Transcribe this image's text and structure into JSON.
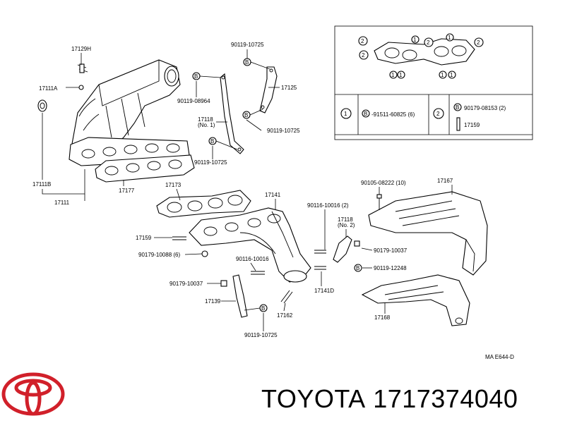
{
  "diagram_code": "MA E644-D",
  "footer": {
    "brand": "TOYOTA",
    "part_number": "1717374040"
  },
  "logo_icon": "toyota-emblem-icon",
  "callouts": {
    "c17129H": "17129H",
    "c17111A": "17111A",
    "c17111B": "17111B",
    "c17111": "17111",
    "c17177": "17177",
    "c17173": "17173",
    "c90119_10725a": "90119-10725",
    "c90119_08964": "90119-08964",
    "c17118n1": "17118",
    "c17118n1sub": "(No. 1)",
    "c17125": "17125",
    "c90119_10725b": "90119-10725",
    "c90119_10725c": "90119-10725",
    "c17141": "17141",
    "c17159": "17159",
    "c90179_10088": "90179-10088 (6)",
    "c90116_10016a": "90116-10016",
    "c90179_10037a": "90179-10037",
    "c17139": "17139",
    "c17162": "17162",
    "c90119_10725d": "90119-10725",
    "c90116_10016b": "90116-10016 (2)",
    "c17118n2": "17118",
    "c17118n2sub": "(No. 2)",
    "c90179_10037b": "90179-10037",
    "c90119_12248": "90119-12248",
    "c17141D": "17141D",
    "c90105_08222": "90105-08222 (10)",
    "c17167": "17167",
    "c17168": "17168"
  },
  "inset": {
    "row1_num": "1",
    "row1_part": "-91511-60825 (6)",
    "row2_num": "2",
    "row2_part_a": "90179-08153 (2)",
    "row2_part_b": "17159",
    "ring_markers": [
      "2",
      "2",
      "1",
      "1",
      "1",
      "1",
      "1",
      "1",
      "2",
      "2"
    ],
    "bolt_marker": "B"
  },
  "b_marker": "B"
}
